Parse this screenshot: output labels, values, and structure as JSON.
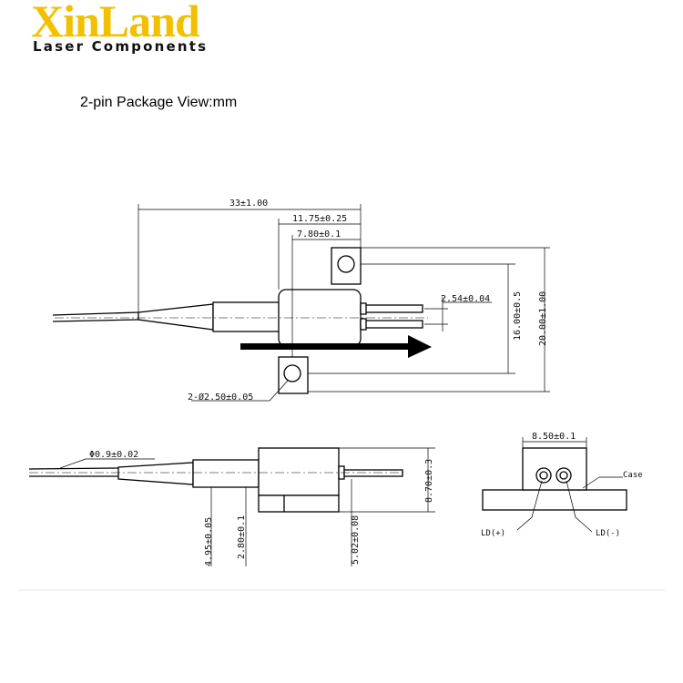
{
  "logo": {
    "word": "XinLand",
    "subtitle": "Laser Components"
  },
  "title": "2-pin Package View:mm",
  "dimensions": {
    "overall_length": "33±1.00",
    "body_length": "11.75±0.25",
    "flange_width": "7.80±0.1",
    "pin_pitch": "2.54±0.04",
    "hole_spacing": "16.00±0.5",
    "flange_length": "20.00±1.00",
    "hole_diameter": "2-Ø2.50±0.05",
    "fiber_diameter": "Φ0.9±0.02",
    "height_total": "8.70±0.3",
    "boot_diameter": "4.95±0.05",
    "body_offset": "2.80±0.1",
    "pin_height": "5.02±0.08",
    "end_width": "8.50±0.1"
  },
  "labels": {
    "case": "Case",
    "ld_plus": "LD(+)",
    "ld_minus": "LD(-)"
  }
}
